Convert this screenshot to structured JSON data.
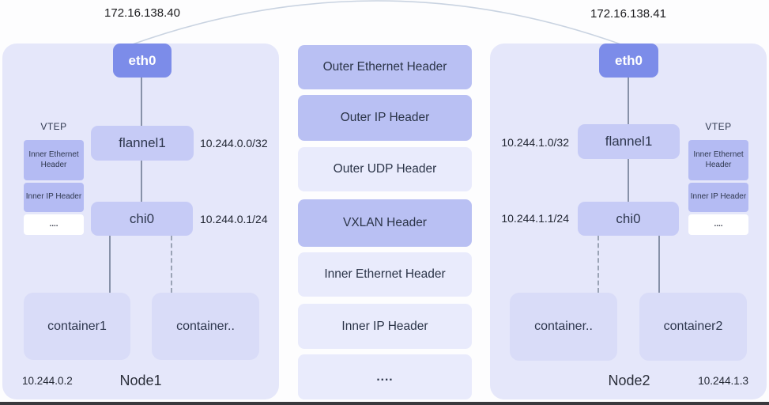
{
  "colors": {
    "accent_box": "#7c8ce9",
    "interface_box": "#c6cbf6",
    "vtep_box": "#b4bbf3",
    "container_box": "#d9dcf8",
    "panel_bg": "#e5e7fa",
    "stack_dark": "#b9c0f3",
    "stack_light": "#e9ebfc",
    "connector_line": "#8791a8",
    "arc_line": "#c9d3e1"
  },
  "top_link": {
    "left_ip": "172.16.138.40",
    "right_ip": "172.16.138.41"
  },
  "node1": {
    "title": "Node1",
    "eth_label": "eth0",
    "flannel_label": "flannel1",
    "flannel_ip": "10.244.0.0/32",
    "bridge_label": "chi0",
    "bridge_ip": "10.244.0.1/24",
    "vtep_title": "VTEP",
    "vtep_boxes": [
      "Inner Ethernet Header",
      "Inner IP Header",
      "...."
    ],
    "containers": [
      "container1",
      "container.."
    ],
    "host_container_ip": "10.244.0.2"
  },
  "node2": {
    "title": "Node2",
    "eth_label": "eth0",
    "flannel_label": "flannel1",
    "flannel_ip": "10.244.1.0/32",
    "bridge_label": "chi0",
    "bridge_ip": "10.244.1.1/24",
    "vtep_title": "VTEP",
    "vtep_boxes": [
      "Inner Ethernet Header",
      "Inner IP Header",
      "...."
    ],
    "containers": [
      "container..",
      "container2"
    ],
    "host_container_ip": "10.244.1.3"
  },
  "packet_stack": {
    "items": [
      {
        "label": "Outer Ethernet Header",
        "tone": "dark"
      },
      {
        "label": "Outer IP Header",
        "tone": "dark"
      },
      {
        "label": "Outer UDP Header",
        "tone": "light"
      },
      {
        "label": "VXLAN Header",
        "tone": "dark"
      },
      {
        "label": "Inner Ethernet Header",
        "tone": "light"
      },
      {
        "label": "Inner IP Header",
        "tone": "light"
      },
      {
        "label": "....",
        "tone": "light"
      }
    ]
  }
}
